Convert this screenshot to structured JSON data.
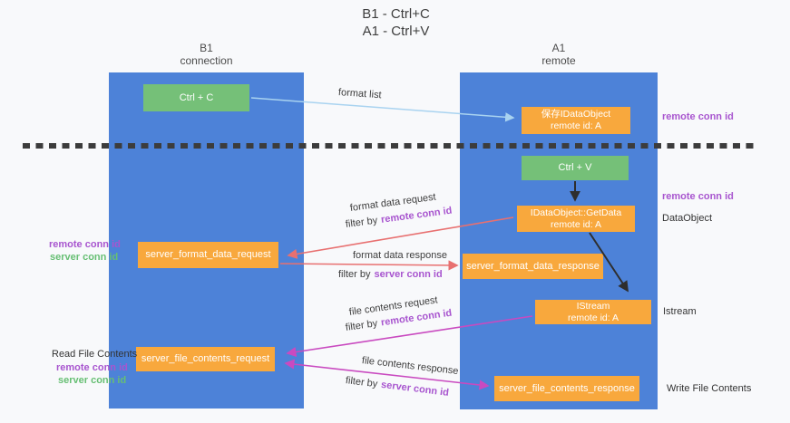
{
  "title": {
    "line1": "B1 - Ctrl+C",
    "line2": "A1 - Ctrl+V"
  },
  "lanes": {
    "left": {
      "name": "B1",
      "role": "connection"
    },
    "right": {
      "name": "A1",
      "role": "remote"
    }
  },
  "boxes": {
    "ctrl_c": "Ctrl + C",
    "ctrl_v": "Ctrl + V",
    "save_dataobject_line1": "保存IDataObject",
    "save_dataobject_line2": "remote id: A",
    "getdata_line1": "IDataObject::GetData",
    "getdata_line2": "remote id: A",
    "istream_line1": "IStream",
    "istream_line2": "remote id: A",
    "server_format_data_request": "server_format_data_request",
    "server_format_data_response": "server_format_data_response",
    "server_file_contents_request": "server_file_contents_request",
    "server_file_contents_response": "server_file_contents_response"
  },
  "labels": {
    "format_list": "format list",
    "format_data_request": "format data request",
    "format_data_response": "format data response",
    "file_contents_request": "file contents request",
    "file_contents_response": "file contents response",
    "filter_by": "filter by",
    "remote_conn_id": "remote conn id",
    "server_conn_id": "server conn id",
    "dataobject": "DataObject",
    "istream": "Istream",
    "read_file_contents": "Read File Contents",
    "write_file_contents": "Write File Contents"
  },
  "colors": {
    "bg": "#f8f9fb",
    "lane-blue": "#4d82d8",
    "box-green": "#75c078",
    "box-orange": "#f8a83d",
    "arrow-blue": "#a9d3f0",
    "arrow-salmon": "#e87070",
    "arrow-magenta": "#c94ac0",
    "arrow-black": "#2e2e2e",
    "text-dark": "#3d3d3d",
    "purple": "#a855cf",
    "green-text": "#67bf74",
    "dash": "#3c3c3c"
  }
}
